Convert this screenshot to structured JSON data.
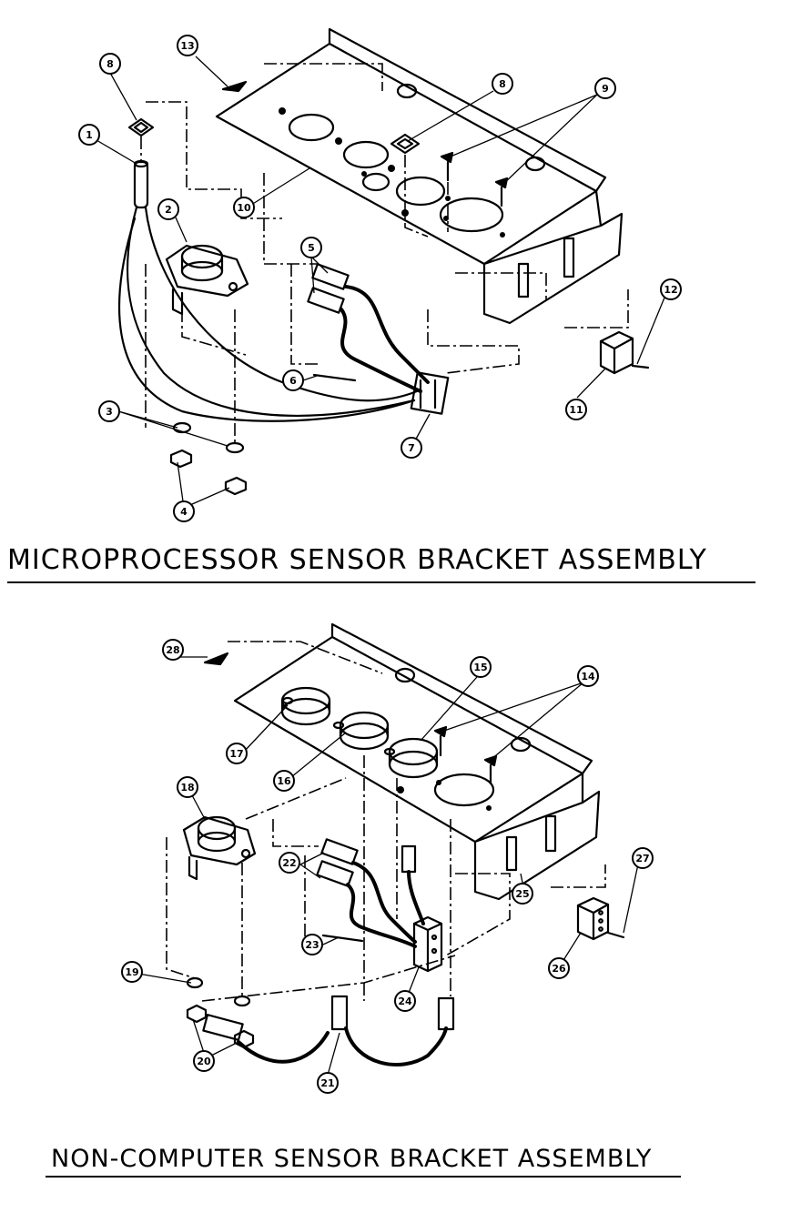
{
  "diagram": {
    "assembly_1": {
      "title": "MICROPROCESSOR SENSOR BRACKET ASSEMBLY",
      "callouts": [
        "1",
        "2",
        "3",
        "4",
        "5",
        "6",
        "7",
        "8",
        "8",
        "9",
        "10",
        "11",
        "12",
        "13"
      ]
    },
    "assembly_2": {
      "title": "NON-COMPUTER SENSOR BRACKET ASSEMBLY",
      "callouts": [
        "14",
        "15",
        "16",
        "17",
        "18",
        "19",
        "20",
        "21",
        "22",
        "23",
        "24",
        "25",
        "26",
        "27",
        "28"
      ]
    }
  }
}
